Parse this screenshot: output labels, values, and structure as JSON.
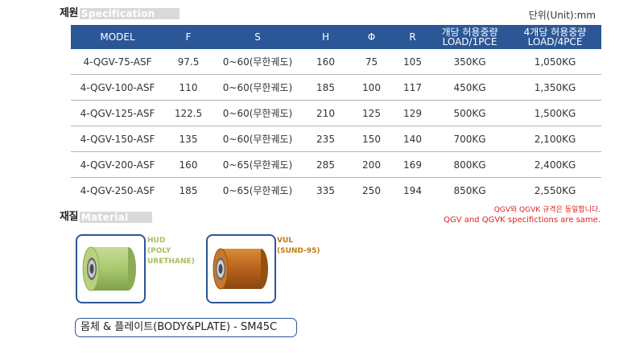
{
  "spec_section": {
    "title_kor": "제원",
    "title_eng": "Specification"
  },
  "unit_text": "단위(Unit):mm",
  "table": {
    "headers": {
      "model": "MODEL",
      "f": "F",
      "s": "S",
      "h": "H",
      "phi": "Φ",
      "r": "R",
      "load1_kor": "개당 허용중량",
      "load1_eng": "LOAD/1PCE",
      "load4_kor": "4개당 허용중량",
      "load4_eng": "LOAD/4PCE"
    },
    "rows": [
      {
        "model": "4-QGV-75-ASF",
        "f": "97.5",
        "s": "0~60(무한궤도)",
        "h": "160",
        "phi": "75",
        "r": "105",
        "load1": "350KG",
        "load4": "1,050KG"
      },
      {
        "model": "4-QGV-100-ASF",
        "f": "110",
        "s": "0~60(무한궤도)",
        "h": "185",
        "phi": "100",
        "r": "117",
        "load1": "450KG",
        "load4": "1,350KG"
      },
      {
        "model": "4-QGV-125-ASF",
        "f": "122.5",
        "s": "0~60(무한궤도)",
        "h": "210",
        "phi": "125",
        "r": "129",
        "load1": "500KG",
        "load4": "1,500KG"
      },
      {
        "model": "4-QGV-150-ASF",
        "f": "135",
        "s": "0~60(무한궤도)",
        "h": "235",
        "phi": "150",
        "r": "140",
        "load1": "700KG",
        "load4": "2,100KG"
      },
      {
        "model": "4-QGV-200-ASF",
        "f": "160",
        "s": "0~65(무한궤도)",
        "h": "285",
        "phi": "200",
        "r": "169",
        "load1": "800KG",
        "load4": "2,400KG"
      },
      {
        "model": "4-QGV-250-ASF",
        "f": "185",
        "s": "0~65(무한궤도)",
        "h": "335",
        "phi": "250",
        "r": "194",
        "load1": "850KG",
        "load4": "2,550KG"
      }
    ]
  },
  "material_section": {
    "title_kor": "재질",
    "title_eng": "Material"
  },
  "note": {
    "line1": "QGV와 QGVK 규격은 동일합니다.",
    "line2": "QGV and QGVK specifictions are same."
  },
  "materials": [
    {
      "label_lines": [
        "HUD",
        "(POLY",
        "URETHANE)"
      ],
      "color": "#a7bf5a",
      "icon": "urethane-wheel-icon"
    },
    {
      "label_lines": [
        "VUL",
        "(SUND-95)"
      ],
      "color": "#c07a14",
      "icon": "rubber-wheel-icon"
    }
  ],
  "body_plate": "몸체 & 플레이트(BODY&PLATE) - SM45C",
  "colors": {
    "header_blue": "#2b5797",
    "note_red": "#e02020"
  }
}
